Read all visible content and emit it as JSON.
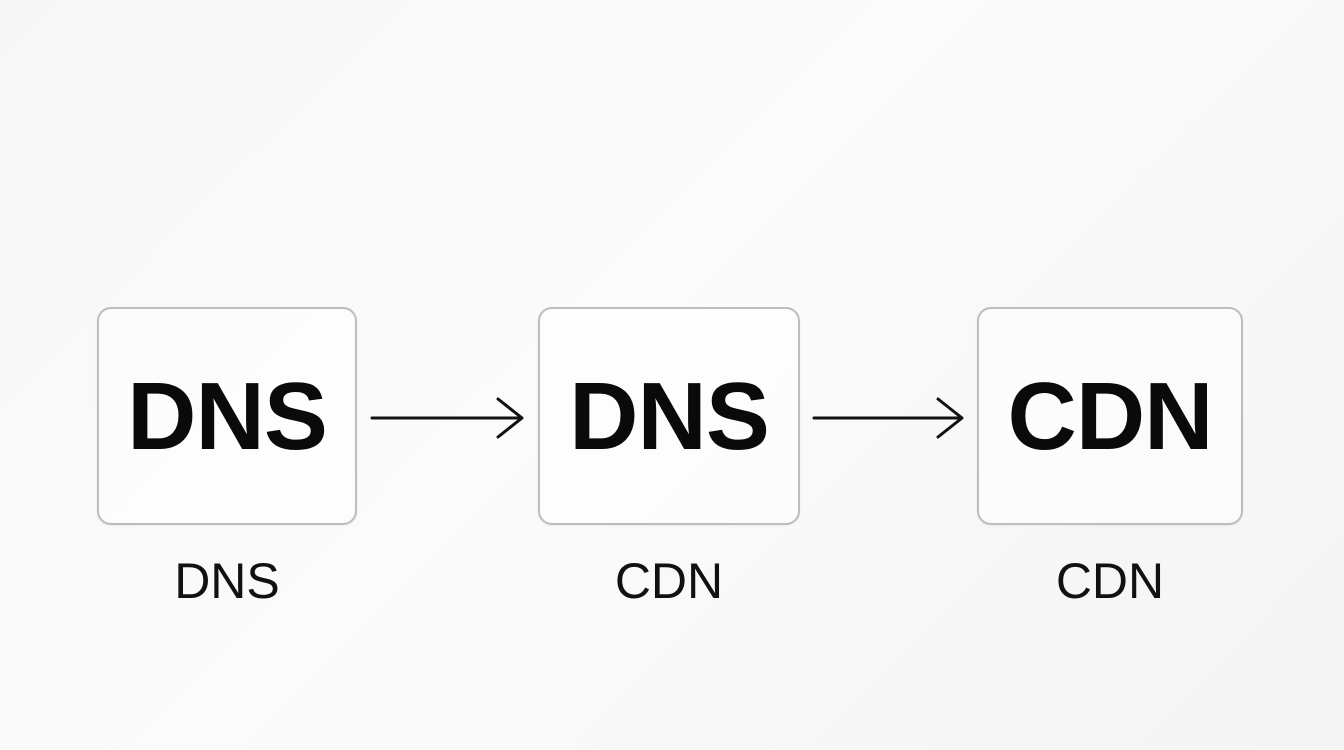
{
  "diagram": {
    "nodes": [
      {
        "id": "node-1",
        "label": "DNS",
        "caption": "DNS"
      },
      {
        "id": "node-2",
        "label": "DNS",
        "caption": "CDN"
      },
      {
        "id": "node-3",
        "label": "CDN",
        "caption": "CDN"
      }
    ],
    "edges": [
      {
        "from": "node-1",
        "to": "node-2"
      },
      {
        "from": "node-2",
        "to": "node-3"
      }
    ],
    "colors": {
      "box_border": "#bdbdbd",
      "text": "#0a0a0a",
      "arrow": "#111111"
    }
  }
}
